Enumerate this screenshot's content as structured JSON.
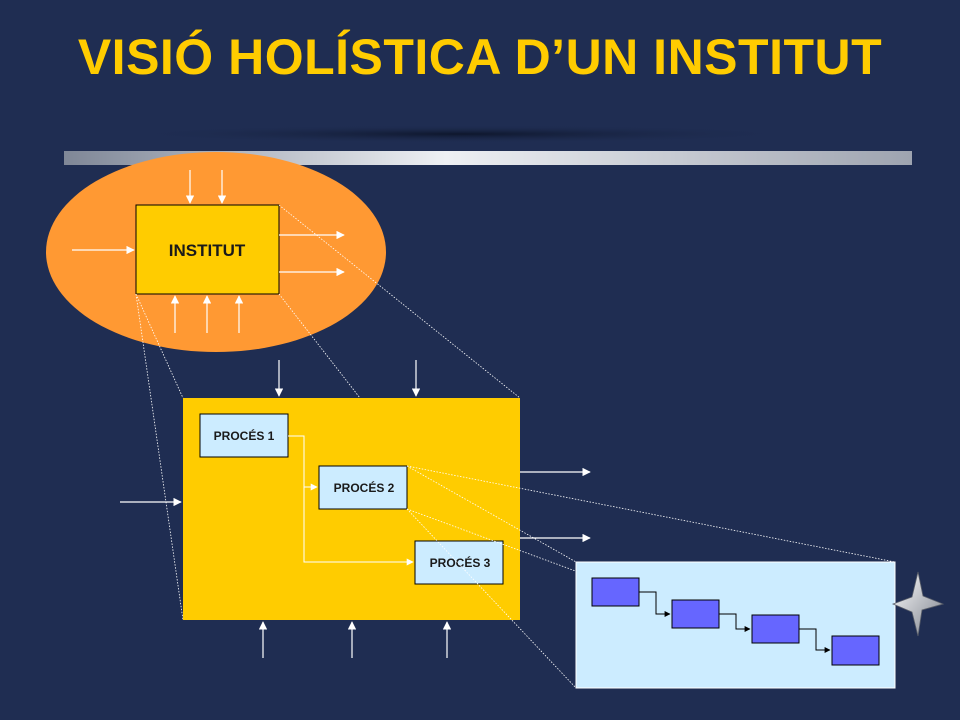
{
  "slide": {
    "title": "VISIÓ HOLÍSTICA D’UN INSTITUT"
  },
  "diagram": {
    "institut_label": "INSTITUT",
    "process_1_label": "PROCÉS 1",
    "process_2_label": "PROCÉS 2",
    "process_3_label": "PROCÉS 3"
  },
  "colors": {
    "background": "#1f2d52",
    "title": "#ffcc00",
    "ellipse": "#ff9933",
    "institut_box": "#ffcc00",
    "process_area": "#ffcc00",
    "process_box": "#ccecff",
    "detail_panel": "#ccecff",
    "detail_blocks": "#6666ff"
  }
}
